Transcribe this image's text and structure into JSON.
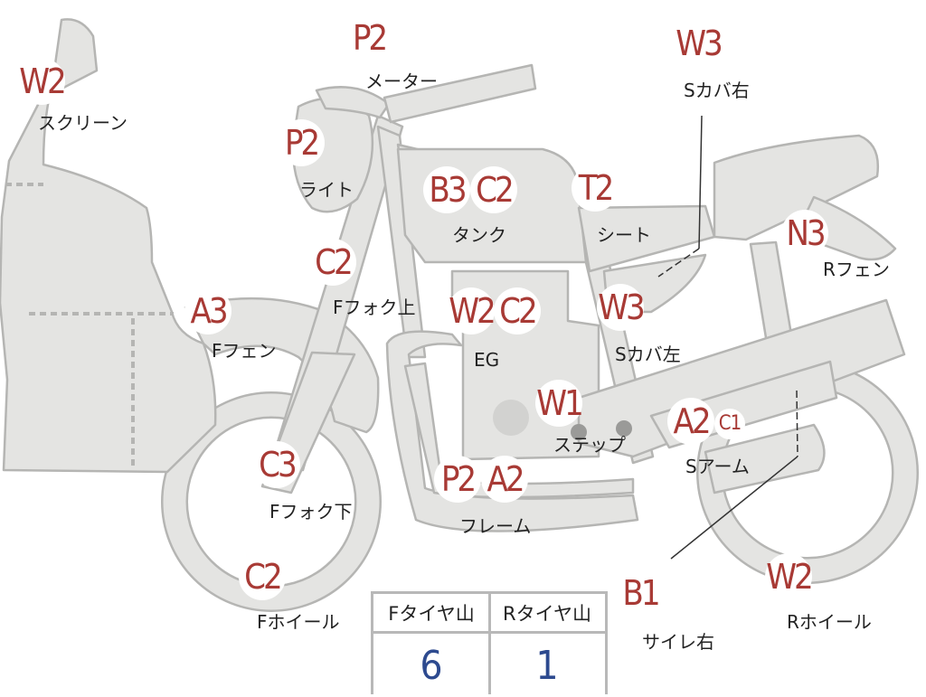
{
  "colors": {
    "part_fill": "#e4e4e2",
    "part_stroke": "#b5b5b3",
    "badge_text": "#a83a35",
    "value_text": "#2d4a8f"
  },
  "parts": [
    {
      "id": "screen",
      "grade": "W2",
      "label": "スクリーン"
    },
    {
      "id": "meter",
      "grade": "P2",
      "label": "メーター"
    },
    {
      "id": "light",
      "grade": "P2",
      "label": "ライト"
    },
    {
      "id": "tank",
      "grades": [
        "B3",
        "C2"
      ],
      "label": "タンク"
    },
    {
      "id": "seat",
      "grade": "T2",
      "label": "シート"
    },
    {
      "id": "side-cover-right",
      "grade": "W3",
      "label": "Sカバ右"
    },
    {
      "id": "rear-fender",
      "grade": "N3",
      "label": "Rフェン"
    },
    {
      "id": "fork-upper",
      "grade": "C2",
      "label": "Fフォク上"
    },
    {
      "id": "front-fender",
      "grade": "A3",
      "label": "Fフェン"
    },
    {
      "id": "engine",
      "grades": [
        "W2",
        "C2"
      ],
      "label": "EG"
    },
    {
      "id": "side-cover-left",
      "grade": "W3",
      "label": "Sカバ左"
    },
    {
      "id": "step",
      "grade": "W1",
      "label": "ステップ"
    },
    {
      "id": "swing-arm",
      "grades": [
        "A2",
        "C1"
      ],
      "label": "Sアーム"
    },
    {
      "id": "fork-lower",
      "grade": "C3",
      "label": "Fフォク下"
    },
    {
      "id": "frame",
      "grades": [
        "P2",
        "A2"
      ],
      "label": "フレーム"
    },
    {
      "id": "front-wheel",
      "grade": "C2",
      "label": "Fホイール"
    },
    {
      "id": "muffler-right",
      "grade": "B1",
      "label": "サイレ右"
    },
    {
      "id": "rear-wheel",
      "grade": "W2",
      "label": "Rホイール"
    }
  ],
  "tire_table": {
    "front_label": "Fタイヤ山",
    "rear_label": "Rタイヤ山",
    "front_value": "6",
    "rear_value": "1"
  }
}
